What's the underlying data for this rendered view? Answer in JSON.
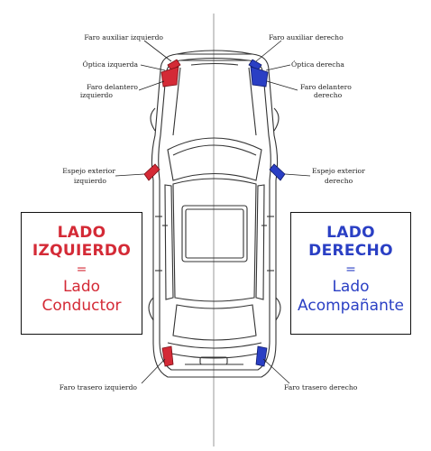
{
  "labels": {
    "faro_aux_izq": "Faro auxiliar izquierdo",
    "faro_aux_der": "Faro auxiliar derecho",
    "optica_izq": "Óptica izquerda",
    "optica_der": "Óptica derecha",
    "faro_del_izq_1": "Faro delantero",
    "faro_del_izq_2": "izquierdo",
    "faro_del_der_1": "Faro delantero",
    "faro_del_der_2": "derecho",
    "espejo_izq_1": "Espejo exterior",
    "espejo_izq_2": "izquierdo",
    "espejo_der_1": "Espejo exterior",
    "espejo_der_2": "derecho",
    "faro_tras_izq": "Faro trasero izquierdo",
    "faro_tras_der": "Faro trasero derecho"
  },
  "left_box": {
    "line1": "LADO",
    "line2": "IZQUIERDO",
    "equals": "=",
    "line3": "Lado",
    "line4": "Conductor"
  },
  "right_box": {
    "line1": "LADO",
    "line2": "DERECHO",
    "equals": "=",
    "line3": "Lado",
    "line4": "Acompañante"
  },
  "colors": {
    "left_accent": "#d42a36",
    "right_accent": "#2a3fc4",
    "outline": "#333333",
    "centerline": "#9a9a9a"
  }
}
